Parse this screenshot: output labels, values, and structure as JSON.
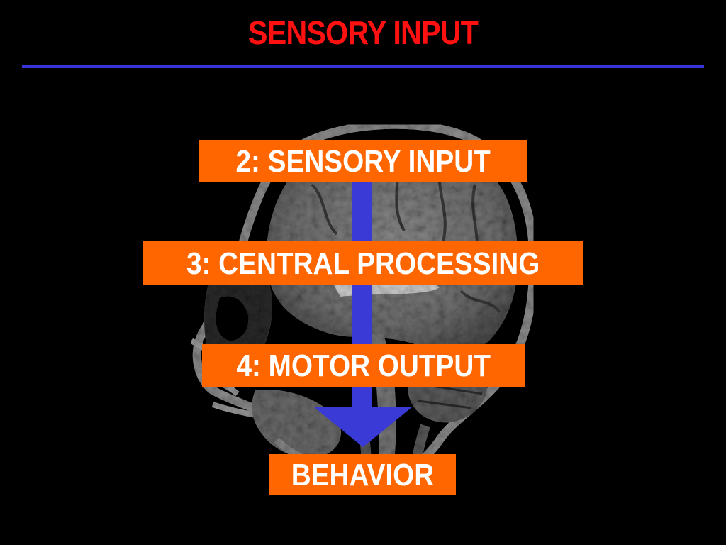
{
  "slide": {
    "title": "SENSORY INPUT"
  },
  "colors": {
    "background": "#000000",
    "title": "#ff1111",
    "rule": "#3535d8",
    "box": "#ff6600",
    "box_text": "#ffffff",
    "arrow": "#3a3ad6"
  },
  "image": {
    "icon": "mri-head-scan-image"
  },
  "flow": {
    "stages": [
      {
        "label": "2: SENSORY INPUT"
      },
      {
        "label": "3: CENTRAL PROCESSING"
      },
      {
        "label": "4: MOTOR OUTPUT"
      },
      {
        "label": "BEHAVIOR"
      }
    ]
  }
}
